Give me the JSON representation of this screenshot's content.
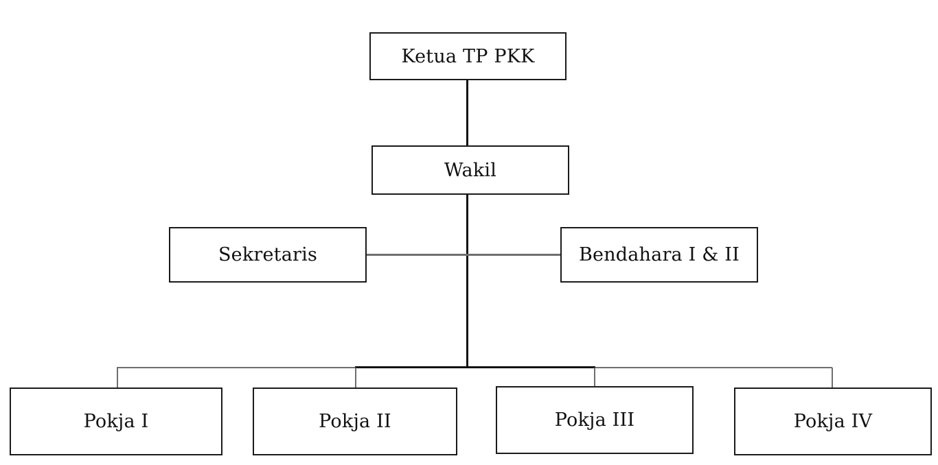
{
  "org_chart": {
    "ketua": "Ketua TP PKK",
    "wakil": "Wakil",
    "sekretaris": "Sekretaris",
    "bendahara": "Bendahara I & II",
    "pokja": [
      "Pokja I",
      "Pokja II",
      "Pokja III",
      "Pokja IV"
    ]
  }
}
